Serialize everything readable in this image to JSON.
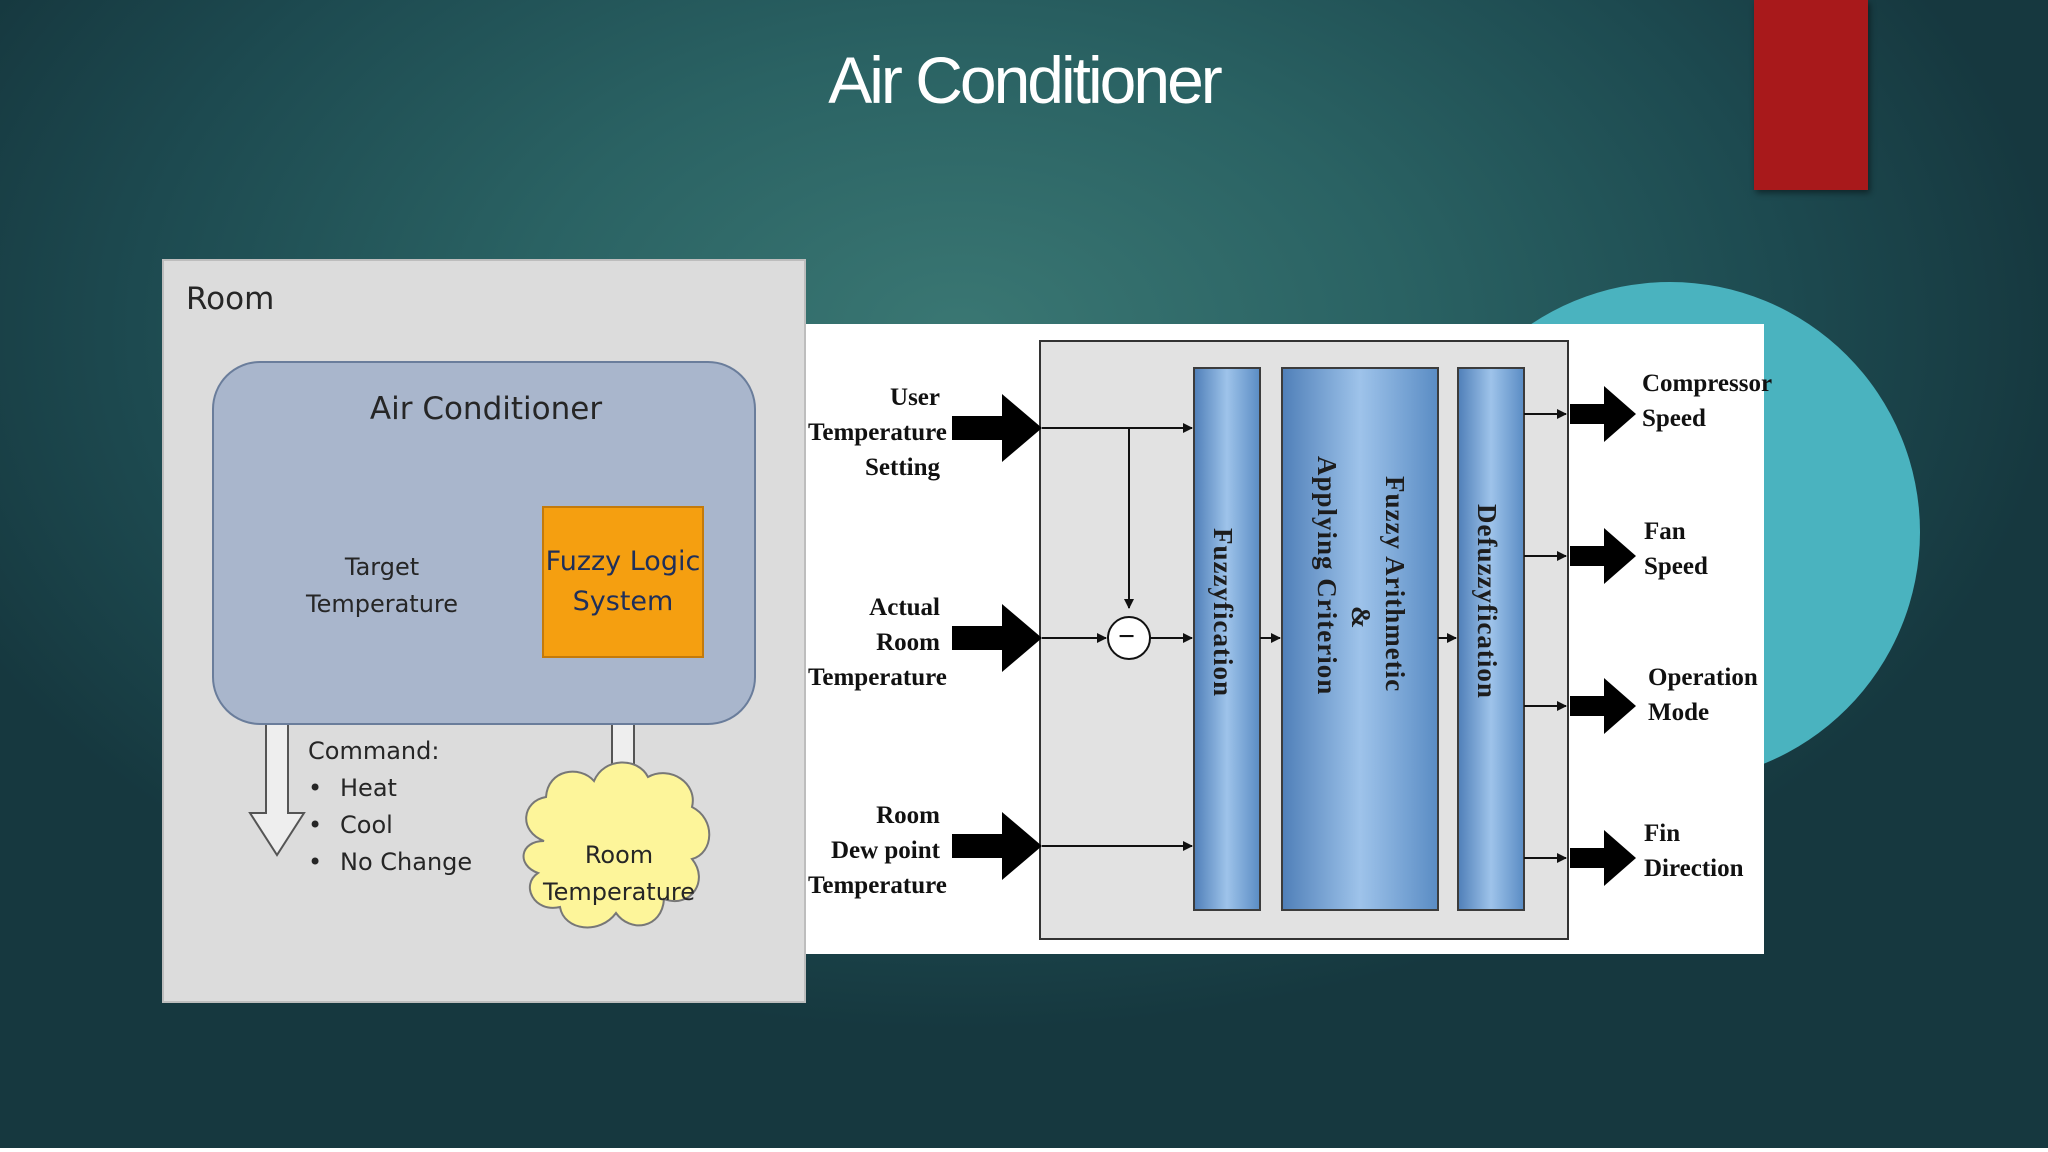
{
  "slide": {
    "title": "Air Conditioner",
    "colors": {
      "accent_red": "#a8191b",
      "teal_circle": "#4ab3bf",
      "background": "#2a6263"
    }
  },
  "room_diagram": {
    "room_label": "Room",
    "ac_label": "Air Conditioner",
    "target_cloud": [
      "Target",
      "Temperature"
    ],
    "fuzzy_box": [
      "Fuzzy Logic",
      "System"
    ],
    "room_temp_cloud": [
      "Room",
      "Temperature"
    ],
    "command_label": "Command:",
    "command_bullet": "•",
    "commands": [
      "Heat",
      "Cool",
      "No Change"
    ]
  },
  "fuzzy_diagram": {
    "inputs": [
      [
        "User",
        "Temperature",
        "Setting"
      ],
      [
        "Actual",
        "Room",
        "Temperature"
      ],
      [
        "Room",
        "Dew point",
        "Temperature"
      ]
    ],
    "blocks": {
      "fuzzification": "Fuzzyfication",
      "arithmetic": [
        "Fuzzy Arithmetic",
        "&",
        "Applying Criterion"
      ],
      "defuzzification": "Defuzzyfication"
    },
    "outputs": [
      [
        "Compressor",
        "Speed"
      ],
      [
        "Fan",
        "Speed"
      ],
      [
        "Operation",
        "Mode"
      ],
      [
        "Fin",
        "Direction"
      ]
    ],
    "subtract_symbol": "−"
  }
}
